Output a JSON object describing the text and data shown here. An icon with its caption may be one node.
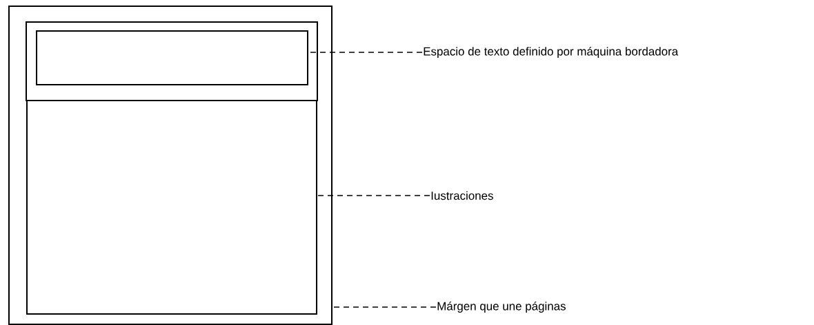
{
  "diagram": {
    "nodes": [
      {
        "text": [],
        "shape": "box"
      },
      {
        "text": [],
        "shape": "box",
        "in": 0
      },
      {
        "text": [],
        "shape": "box",
        "in": 1
      },
      {
        "text": [],
        "shape": "box",
        "in": 0
      },
      {
        "text": [
          "Espacio de texto definido por máquina bordadora"
        ]
      },
      {
        "text": [
          "Iustraciones"
        ]
      },
      {
        "text": [
          "Márgen que une páginas"
        ]
      }
    ],
    "edges": [
      {
        "from": 4,
        "to": 2,
        "arrow": "none",
        "style": "dashed"
      },
      {
        "from": 5,
        "to": 3,
        "arrow": "none",
        "style": "dashed"
      },
      {
        "from": 6,
        "to": 0,
        "arrow": "none",
        "style": "dashed"
      }
    ]
  }
}
